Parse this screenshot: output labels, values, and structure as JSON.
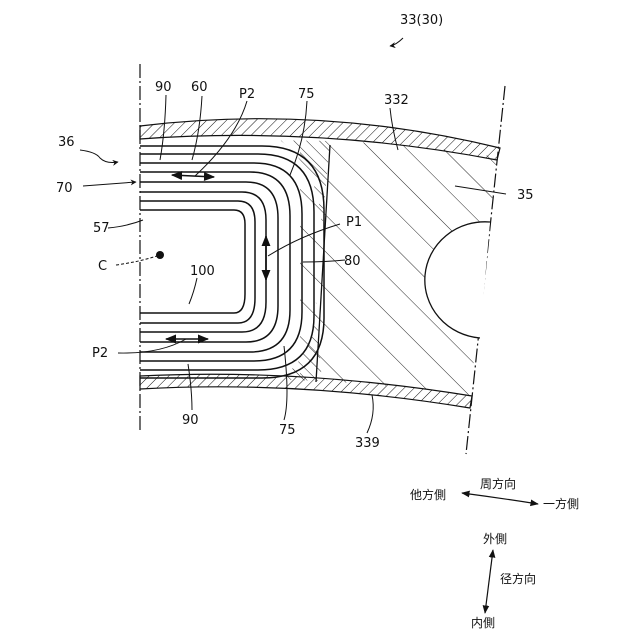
{
  "figure": {
    "labels": {
      "ref_33_30": "33(30)",
      "ref_36": "36",
      "ref_70": "70",
      "ref_57": "57",
      "ref_c": "C",
      "ref_p2_bottom": "P2",
      "ref_90_top": "90",
      "ref_60": "60",
      "ref_p2_top": "P2",
      "ref_75_top": "75",
      "ref_332": "332",
      "ref_35": "35",
      "ref_p1": "P1",
      "ref_80": "80",
      "ref_100": "100",
      "ref_90_bottom": "90",
      "ref_75_bottom": "75",
      "ref_339": "339"
    },
    "legend": {
      "circumferential": "周方向",
      "other_side": "他方側",
      "one_side": "一方側",
      "outer_side": "外側",
      "radial": "径方向",
      "inner_side": "内側"
    }
  }
}
